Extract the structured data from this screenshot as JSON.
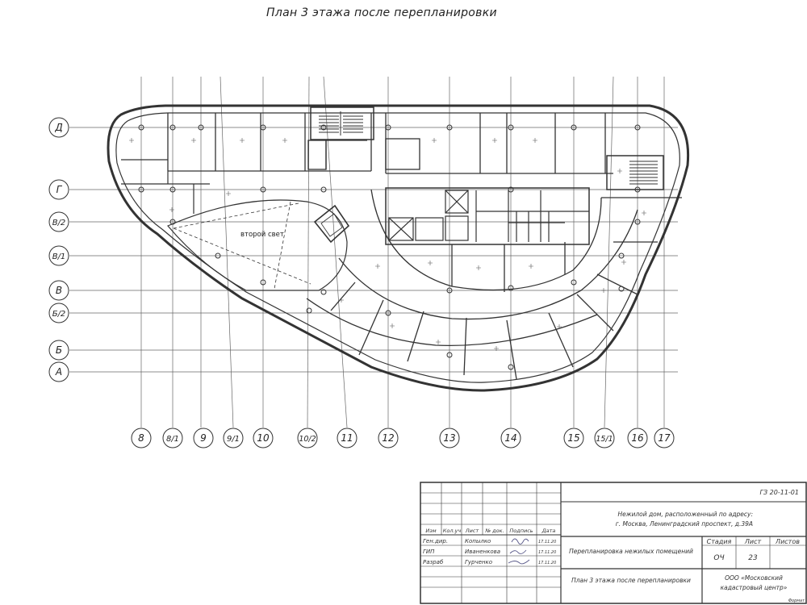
{
  "title": "План 3 этажа после перепланировки",
  "plan": {
    "void_label": "второй свет",
    "row_axes": [
      "Д",
      "Г",
      "В/2",
      "В/1",
      "В",
      "Б/2",
      "Б",
      "А"
    ],
    "column_axes": [
      "8",
      "8/1",
      "9",
      "9/1",
      "10",
      "10/2",
      "11",
      "12",
      "13",
      "14",
      "15",
      "15/1",
      "16",
      "17"
    ]
  },
  "stamp": {
    "doc_code": "ГЗ 20-11-01",
    "address_line1": "Нежилой дом, расположенный по адресу:",
    "address_line2": "г. Москва, Ленинградский проспект, д.39А",
    "work_title": "Перепланировка нежилых помещений",
    "sheet_title": "План 3 этажа после перепланировки",
    "org_line1": "ООО «Московский",
    "org_line2": "кадастровый центр»",
    "stage_header": "Стадия",
    "sheet_header": "Лист",
    "sheets_header": "Листов",
    "stage": "ОЧ",
    "sheet_no": "23",
    "sheets_total": "",
    "columns": [
      "Изм",
      "Кол.уч",
      "Лист",
      "№ док.",
      "Подпись",
      "Дата"
    ],
    "people": [
      {
        "role": "Ген.дир.",
        "name": "Копылко",
        "date": "17.11.20"
      },
      {
        "role": "ГИП",
        "name": "Иваненкова",
        "date": "17.11.20"
      },
      {
        "role": "Разраб",
        "name": "Гурченко",
        "date": "17.11.20"
      }
    ],
    "format": "Формат"
  }
}
